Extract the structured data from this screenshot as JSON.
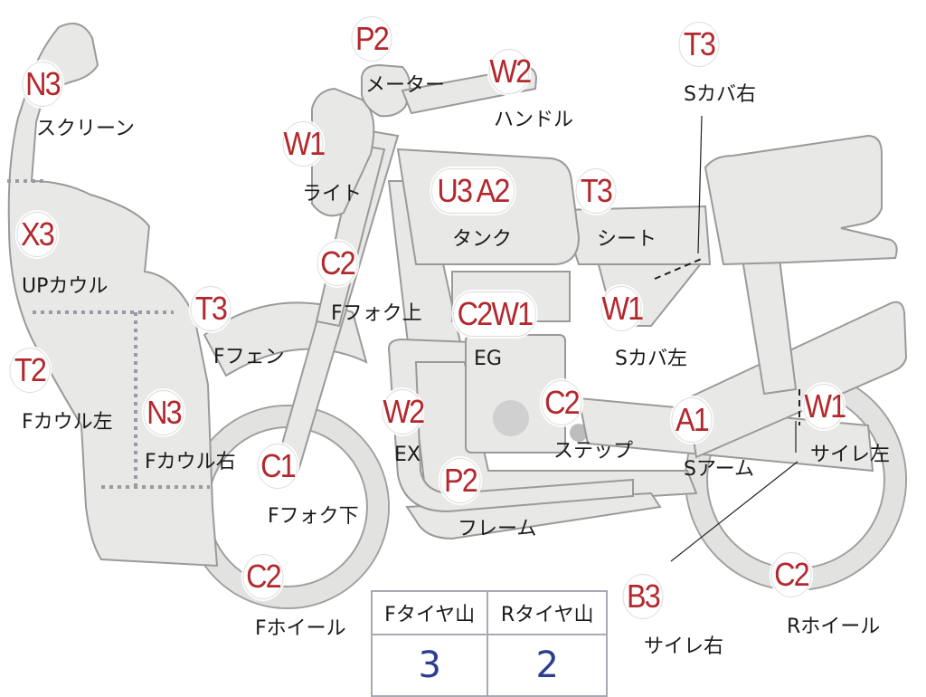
{
  "parts": [
    {
      "id": "screen",
      "grade": "N3",
      "label": "スクリーン"
    },
    {
      "id": "meter",
      "grade": "P2",
      "label": "メーター"
    },
    {
      "id": "handle",
      "grade": "W2",
      "label": "ハンドル"
    },
    {
      "id": "side-cover-right",
      "grade": "T3",
      "label": "Sカバ右"
    },
    {
      "id": "light",
      "grade": "W1",
      "label": "ライト"
    },
    {
      "id": "tank",
      "grade": "U3 A2",
      "label": "タンク"
    },
    {
      "id": "seat",
      "grade": "T3",
      "label": "シート"
    },
    {
      "id": "upper-cowl",
      "grade": "X3",
      "label": "UPカウル"
    },
    {
      "id": "front-fork-upper",
      "grade": "C2",
      "label": "Fフォク上"
    },
    {
      "id": "engine",
      "grade": "C2W1",
      "label": "EG"
    },
    {
      "id": "side-cover-left",
      "grade": "W1",
      "label": "Sカバ左"
    },
    {
      "id": "front-fender",
      "grade": "T3",
      "label": "Fフェン"
    },
    {
      "id": "front-cowl-left",
      "grade": "T2",
      "label": "Fカウル左"
    },
    {
      "id": "front-cowl-right",
      "grade": "N3",
      "label": "Fカウル右"
    },
    {
      "id": "exhaust",
      "grade": "W2",
      "label": "EX"
    },
    {
      "id": "step",
      "grade": "C2",
      "label": "ステップ"
    },
    {
      "id": "swing-arm",
      "grade": "A1",
      "label": "Sアーム"
    },
    {
      "id": "muffler-left",
      "grade": "W1",
      "label": "サイレ左"
    },
    {
      "id": "front-fork-lower",
      "grade": "C1",
      "label": "Fフォク下"
    },
    {
      "id": "frame",
      "grade": "P2",
      "label": "フレーム"
    },
    {
      "id": "front-wheel",
      "grade": "C2",
      "label": "Fホイール"
    },
    {
      "id": "muffler-right",
      "grade": "B3",
      "label": "サイレ右"
    },
    {
      "id": "rear-wheel",
      "grade": "C2",
      "label": "Rホイール"
    }
  ],
  "tire_table": {
    "headers": [
      "Fタイヤ山",
      "Rタイヤ山"
    ],
    "values": [
      "3",
      "2"
    ]
  },
  "colors": {
    "grade_text": "#b3282d",
    "tire_value_text": "#2a3d8f",
    "part_fill": "#e8e8e6"
  }
}
